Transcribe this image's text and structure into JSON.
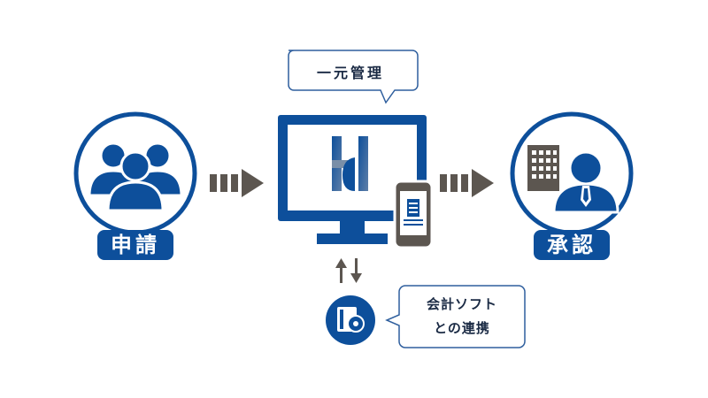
{
  "colors": {
    "primary_blue": "#0d4f9b",
    "arrow_gray": "#5c5650",
    "bubble_border": "#2f5f9e",
    "white": "#ffffff"
  },
  "nodes": {
    "applicant": {
      "label": "申請",
      "icon": "people-group-icon"
    },
    "approver": {
      "label": "承認",
      "icon": "businessman-building-icon"
    },
    "system": {
      "logo": "hd-logo",
      "icon": "monitor-icon"
    },
    "mobile": {
      "icon": "smartphone-receipt-icon"
    },
    "accounting": {
      "icon": "software-disc-icon"
    }
  },
  "bubbles": {
    "central": {
      "text": "一元管理"
    },
    "accounting": {
      "line1": "会計ソフト",
      "line2": "との連携"
    }
  },
  "arrows": {
    "flow_left": "dotted-arrow-right",
    "flow_right": "dotted-arrow-right",
    "sync": "up-down-arrows"
  }
}
